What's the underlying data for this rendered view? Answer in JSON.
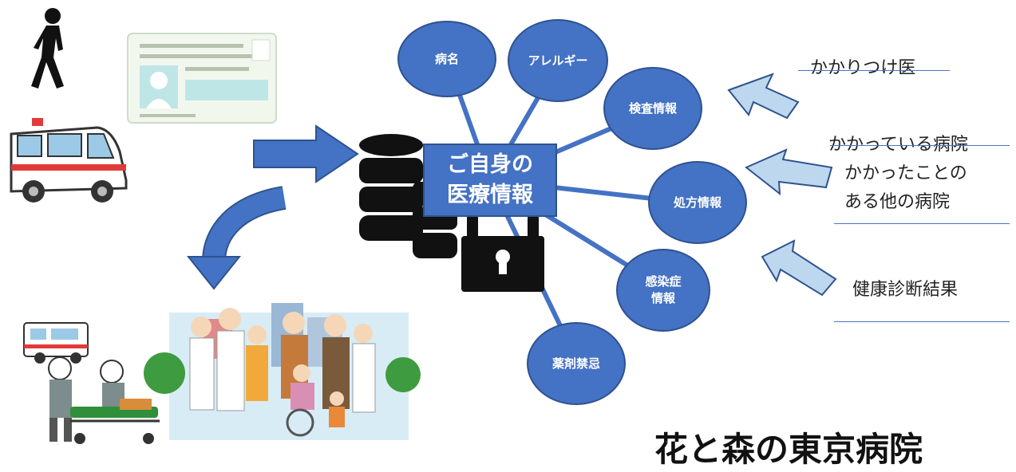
{
  "center": {
    "line1": "ご自身の",
    "line2": "医療情報"
  },
  "nodes": {
    "disease": "病名",
    "allergy": "アレルギー",
    "exam": "検査情報",
    "prescription": "処方情報",
    "infection_line1": "感染症",
    "infection_line2": "情報",
    "contraindication": "薬剤禁忌"
  },
  "sources": {
    "family_doctor": "かかりつけ医",
    "current_hospital": "かかっている病院",
    "other_hospital_line1": "かかったことの",
    "other_hospital_line2": "ある他の病院",
    "health_checkup": "健康診断結果"
  },
  "footer": {
    "title": "花と森の東京病院"
  },
  "colors": {
    "node_fill": "#4472c4",
    "node_stroke": "#2f528f",
    "arrow_in": "#bdd7ee",
    "arrow_main": "#4472c4"
  }
}
